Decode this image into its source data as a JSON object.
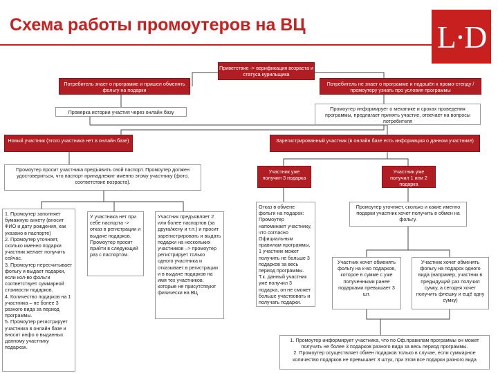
{
  "title": "Схема работы промоутеров на ВЦ",
  "logo": "L·D",
  "boxes": {
    "greeting": "Приветствие -> верификация возраста и статуса курильщика",
    "knows": "Потребитель знает о программе и пришел обменять фольгу на подарки",
    "not_knows": "Потребитель не знает о программе и подошёл к промо-стенду / промоутеру узнать про условия программы",
    "check_history": "Проверка истории участия через онлайн базу",
    "informs": "Промоутер информирует о механике и сроках проведения программы, предлагает принять участие, отвечает на вопросы потребителя",
    "new_participant": "Новый участник (этого участника нет в онлайн базе)",
    "registered": "Зарегистрированный участник (в онлайн базе есть информация о данном участнике)",
    "passport_request": "Промоутер просит участника предъявить свой паспорт. Промоутер должен удостовериться, что паспорт принадлежит именно этому участнику (фото, соответствие возраста).",
    "got3": "Участник уже получил 3 подарка",
    "got1or2": "Участник уже получил 1 или 2 подарка",
    "steps": "1. Промоутер заполняет бумажную анкету (вносит ФИО и дату рождения, как указано в паспорте)\n2. Промоутер уточняет, сколько именно подарки участник желает получить сейчас.\n3. Промоутер пересчитывает фольгу и выдает подарки, если кол-во фольги соответствует суммарной стоимости подарков.\n4. Количество подарков на 1 участника – не более 3 разного вида за период программы.\n5. Промоутер регистрирует участника в онлайн базе и вносит инфо о выданных данному участнику подарках.",
    "no_passport": "У участника нет при себе паспорта -> отказ в регистрации и выдаче подарков. Промоутер просит прийти в следующий раз с паспортом.",
    "multi_passports": "Участник предъявляет 2 или более паспортов (за друга/жену и т.п.) и просит зарегистрировать и выдать подарки на нескольких участников –> промоутер регистрирует только одного участника и отказывает в регистрации и в выдаче подарков на имя тех участников, которые не присутствуют физически на ВЦ",
    "refusal": "Отказ в обмене фольги на подарок: Промоутер напоминает участнику, что согласно Официальным правилам программы, 1 участник может получить не больше 3 подарков за весь период программы. Т.к. данный участник уже получил 3 подарка, он не сможет больше участвовать и получать подарки.",
    "clarify": "Промоутер уточняет, сколько и какие именно подарки участник хочет получить в обмен на фольгу.",
    "wants_n": "Участник хочет обменять фольгу на к-во подарков, которое в сумме с уже полученными ранее подарками превышает 3 шт.",
    "wants_other": "Участник хочет обменять фольгу на подарок одного вида (например, участник в предыдущий раз получил сумку, а сегодня хочет получить флешку и ещё одну сумку)",
    "final": "1. Промоутер информирует участника, что по Оф.правилам программы он может получить не более 3 подарков разного вида за весь период программы.\n2. Промоутер осуществляет обмен подарков только в случае, если суммарное количество подарков не превышает 3 штук, при этом все подарки разного вида"
  },
  "colors": {
    "accent": "#c8201f",
    "dark_box": "#b01e23",
    "line": "#444444"
  }
}
